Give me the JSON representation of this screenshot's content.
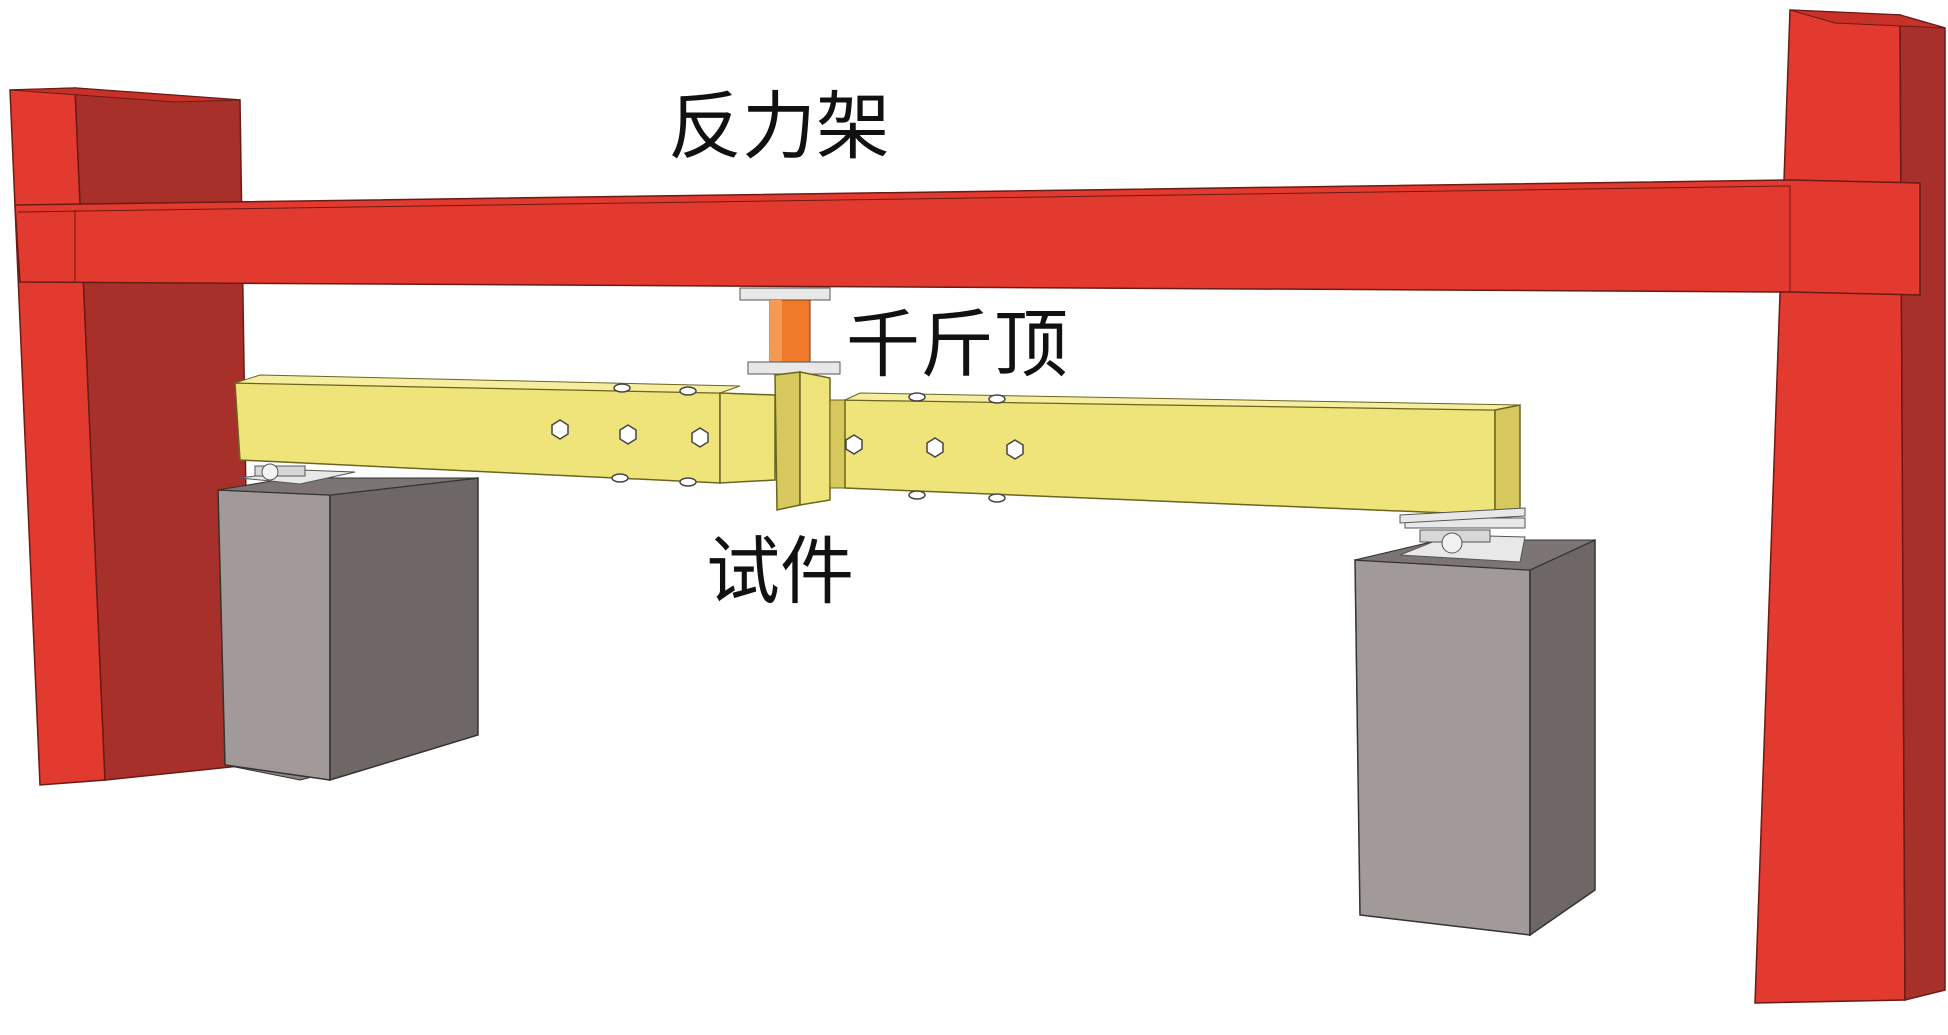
{
  "labels": {
    "reaction_frame": "反力架",
    "jack": "千斤顶",
    "specimen": "试件"
  },
  "colors": {
    "frame_front": "#e33a2f",
    "frame_side": "#a8302a",
    "beam_top": "#f2ea8a",
    "beam_front": "#efe47a",
    "beam_side": "#d6c85c",
    "jack": "#ef7a2a",
    "concrete_front": "#a29a98",
    "concrete_side": "#6f6766",
    "concrete_top": "#8b8483",
    "plate": "#e8e8e8"
  }
}
